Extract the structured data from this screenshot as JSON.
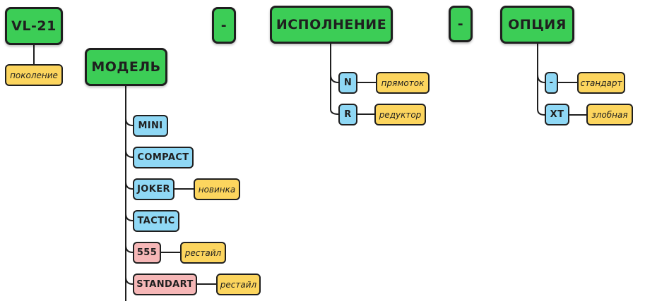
{
  "colors": {
    "main_node": "#3ccd56",
    "sub_node": "#8fd8f5",
    "sub_node_highlight": "#f6b7b7",
    "note": "#fcd55e",
    "line": "#1f1f1f"
  },
  "diagram": {
    "generation": {
      "label": "VL-21",
      "note": "поколение"
    },
    "separator_1": "-",
    "model": {
      "label": "МОДЕЛЬ",
      "items": [
        {
          "label": "MINI",
          "note": ""
        },
        {
          "label": "COMPACT",
          "note": ""
        },
        {
          "label": "JOKER",
          "note": "новинка"
        },
        {
          "label": "TACTIC",
          "note": ""
        },
        {
          "label": "555",
          "note": "рестайл"
        },
        {
          "label": "STANDART",
          "note": "рестайл"
        }
      ]
    },
    "execution": {
      "label": "ИСПОЛНЕНИЕ",
      "items": [
        {
          "label": "N",
          "note": "прямоток"
        },
        {
          "label": "R",
          "note": "редуктор"
        }
      ]
    },
    "separator_2": "-",
    "option": {
      "label": "ОПЦИЯ",
      "items": [
        {
          "label": "-",
          "note": "стандарт"
        },
        {
          "label": "XT",
          "note": "злобная"
        }
      ]
    }
  }
}
